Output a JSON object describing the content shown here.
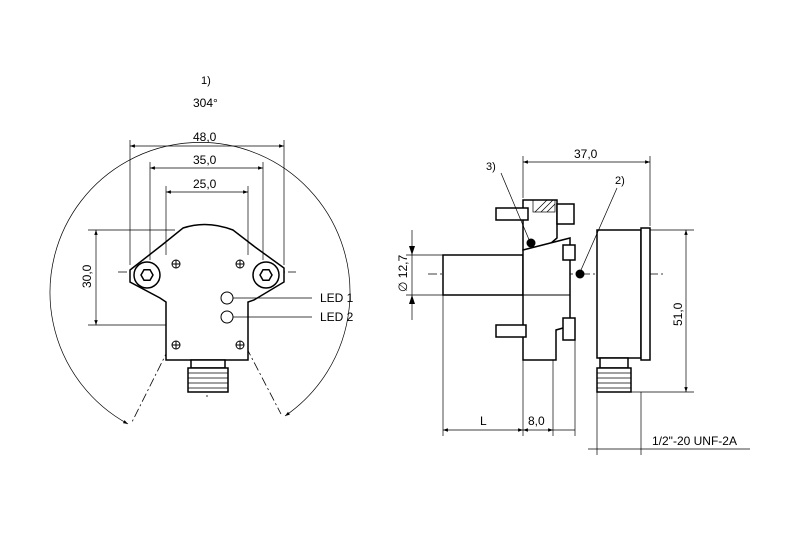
{
  "labels": {
    "note_1": "1)",
    "note_2": "2)",
    "note_3": "3)",
    "angle": "304°",
    "dim_48": "48,0",
    "dim_35": "35,0",
    "dim_25": "25,0",
    "dim_30": "30,0",
    "dim_37": "37,0",
    "dim_51": "51,0",
    "dim_diam": "∅ 12,7",
    "dim_L": "L",
    "dim_8": "8,0",
    "led_1": "LED 1",
    "led_2": "LED 2",
    "thread": "1/2\"-20 UNF-2A"
  }
}
